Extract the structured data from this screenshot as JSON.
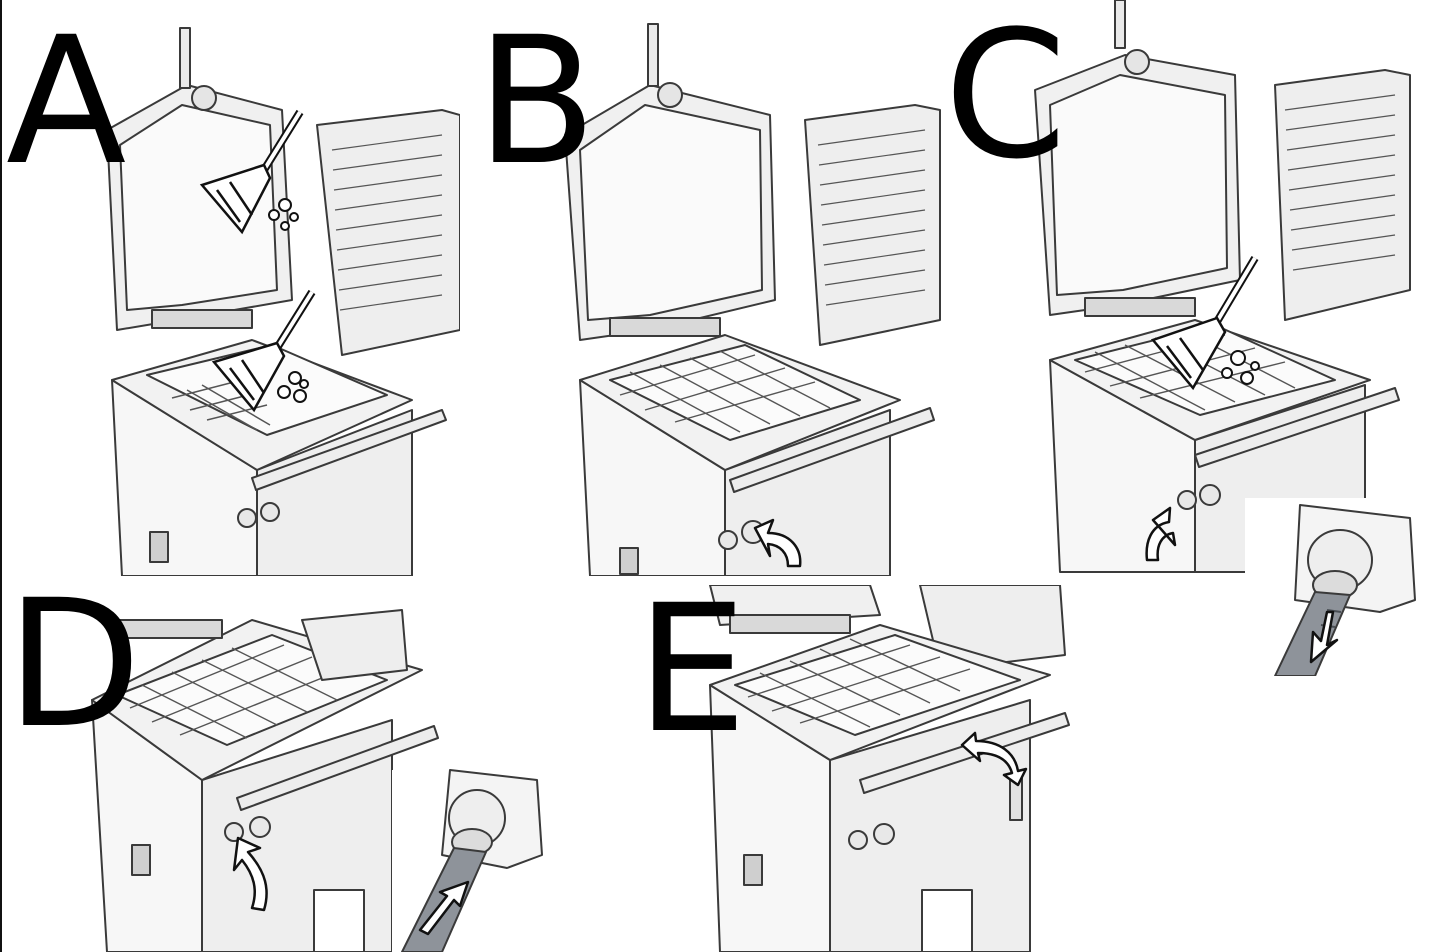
{
  "steps": [
    {
      "label": "A",
      "action": "brush-clean-lid-and-chamber"
    },
    {
      "label": "B",
      "action": "open-drain-valve"
    },
    {
      "label": "C",
      "action": "rinse-grid-and-connect-drain-hose"
    },
    {
      "label": "D",
      "action": "close-drain-valve-and-disconnect-hose"
    },
    {
      "label": "E",
      "action": "lower-handle-to-close"
    }
  ],
  "icons": [
    "brush-icon",
    "bubbles-icon",
    "rotate-arrow-icon",
    "hose-connector-icon"
  ],
  "colors": {
    "line": "#3a3a3a",
    "body": "#f4f4f4",
    "shade": "#d9d9d9",
    "ink": "#000000"
  }
}
